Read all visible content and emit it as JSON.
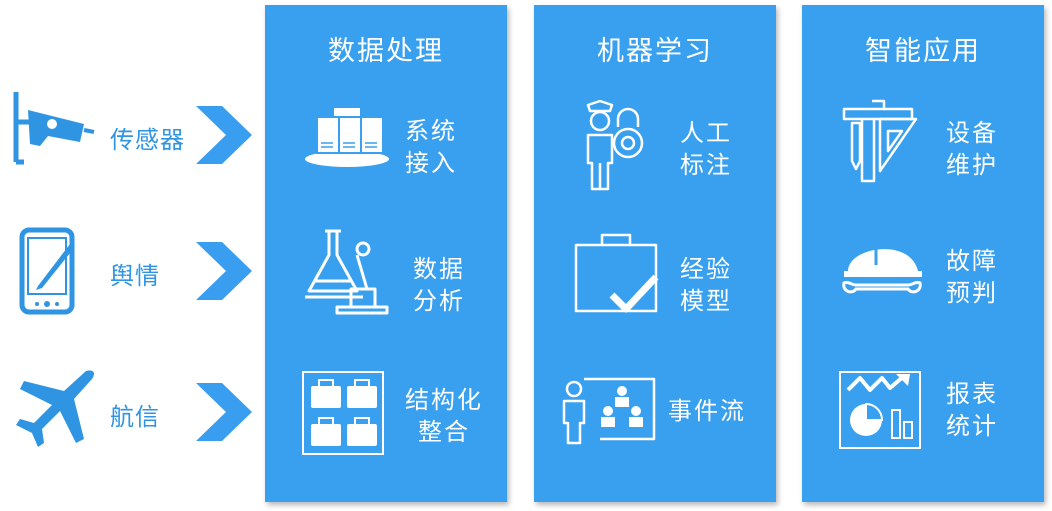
{
  "sources": [
    {
      "label": "传感器",
      "icon": "surveillance-camera-icon"
    },
    {
      "label": "舆情",
      "icon": "tablet-stylus-icon"
    },
    {
      "label": "航信",
      "icon": "airplane-icon"
    }
  ],
  "columns": [
    {
      "title": "数据处理",
      "items": [
        {
          "lines": [
            "系统",
            "接入"
          ],
          "icon": "server-cluster-icon"
        },
        {
          "lines": [
            "数据",
            "分析"
          ],
          "icon": "lab-microscope-icon"
        },
        {
          "lines": [
            "结构化",
            "整合"
          ],
          "icon": "grid-folders-icon"
        }
      ]
    },
    {
      "title": "机器学习",
      "items": [
        {
          "lines": [
            "人工",
            "标注"
          ],
          "icon": "guard-lock-icon"
        },
        {
          "lines": [
            "经验",
            "模型"
          ],
          "icon": "bag-check-icon"
        },
        {
          "lines": [
            "事件流"
          ],
          "icon": "presentation-org-icon"
        }
      ]
    },
    {
      "title": "智能应用",
      "items": [
        {
          "lines": [
            "设备",
            "维护"
          ],
          "icon": "drafting-tools-icon"
        },
        {
          "lines": [
            "故障",
            "预判"
          ],
          "icon": "helmet-wrench-icon"
        },
        {
          "lines": [
            "报表",
            "统计"
          ],
          "icon": "report-chart-icon"
        }
      ]
    }
  ],
  "colors": {
    "panel": "#38a0ee",
    "accent": "#2f95e3",
    "arrow": "#3a9ef0"
  }
}
